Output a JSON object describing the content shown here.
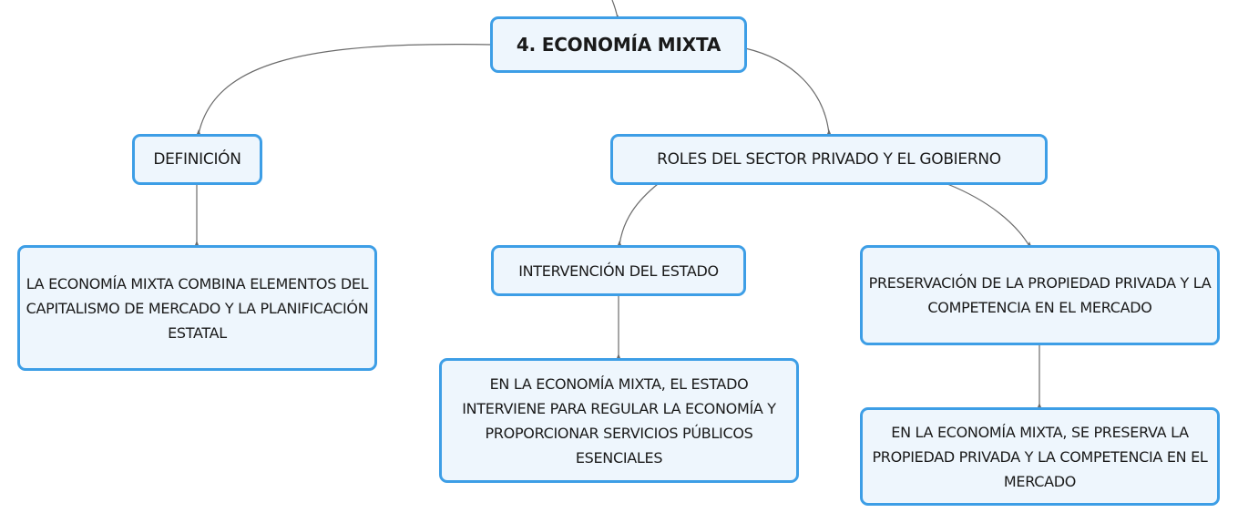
{
  "map": {
    "root": {
      "label": "4. ECONOMÍA MIXTA"
    },
    "definicion": {
      "label": "DEFINICIÓN",
      "detail": "LA ECONOMÍA MIXTA COMBINA ELEMENTOS DEL CAPITALISMO DE MERCADO Y LA PLANIFICACIÓN ESTATAL"
    },
    "roles": {
      "label": "ROLES DEL SECTOR PRIVADO Y EL GOBIERNO",
      "intervencion": {
        "label": "INTERVENCIÓN DEL ESTADO",
        "detail": "EN LA ECONOMÍA MIXTA, EL ESTADO INTERVIENE PARA REGULAR LA ECONOMÍA Y PROPORCIONAR SERVICIOS PÚBLICOS ESENCIALES"
      },
      "preservacion": {
        "label": "PRESERVACIÓN DE LA PROPIEDAD PRIVADA Y LA COMPETENCIA EN EL MERCADO",
        "detail": "EN LA ECONOMÍA MIXTA, SE PRESERVA LA PROPIEDAD PRIVADA Y LA COMPETENCIA EN EL MERCADO"
      }
    }
  },
  "colors": {
    "node_border": "#3d9ee6",
    "node_fill": "#eef6fd",
    "connector": "#6b6b6b"
  }
}
